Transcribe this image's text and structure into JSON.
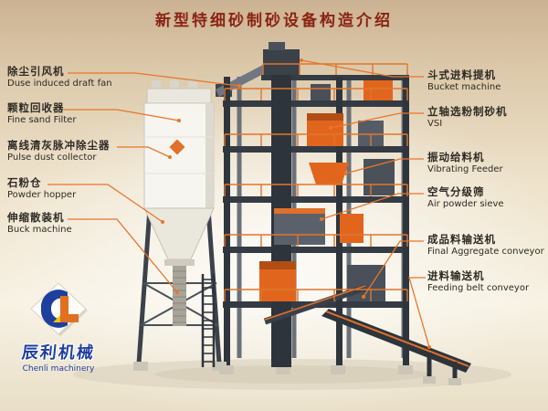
{
  "title": "新型特细砂制砂设备构造介绍",
  "colors": {
    "accent_orange": "#e0702a",
    "title_red": "#8a2313",
    "logo_blue": "#1d3f9e",
    "steel_dark": "#2f353d",
    "background_tan": "#d6c2a4"
  },
  "left_labels": [
    {
      "zh": "除尘引风机",
      "en": "Duse induced draft fan"
    },
    {
      "zh": "颗粒回收器",
      "en": "Fine sand Filter"
    },
    {
      "zh": "离线清灰脉冲除尘器",
      "en": "Pulse dust collector"
    },
    {
      "zh": "石粉仓",
      "en": "Powder hopper"
    },
    {
      "zh": "伸缩散装机",
      "en": "Buck machine"
    }
  ],
  "right_labels": [
    {
      "zh": "斗式进料提机",
      "en": "Bucket machine"
    },
    {
      "zh": "立轴选粉制砂机",
      "en": "VSI"
    },
    {
      "zh": "振动给料机",
      "en": "Vibrating Feeder"
    },
    {
      "zh": "空气分级筛",
      "en": "Air powder sieve"
    },
    {
      "zh": "成品料输送机",
      "en": "Final Aggregate conveyor"
    },
    {
      "zh": "进料输送机",
      "en": "Feeding belt conveyor"
    }
  ],
  "logo": {
    "zh": "辰利机械",
    "en": "Chenli machinery"
  }
}
